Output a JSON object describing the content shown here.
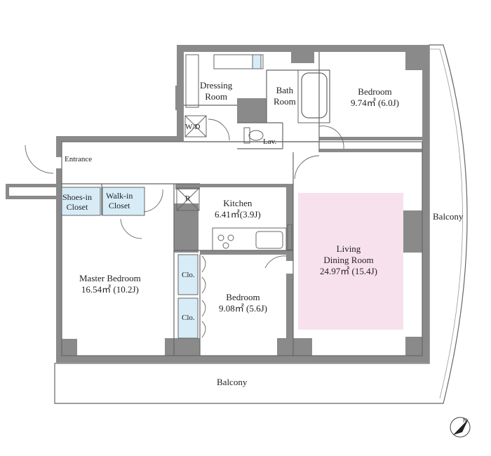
{
  "rooms": {
    "dressing_room": [
      "Dressing",
      "Room"
    ],
    "bath_room": [
      "Bath",
      "Room"
    ],
    "bedroom_ne": {
      "name": "Bedroom",
      "area": "9.74㎡ (6.0J)"
    },
    "wd": "W/D",
    "lav": "Lav.",
    "entrance": "Entrance",
    "shoes_in_closet": [
      "Shoes-in",
      "Closet"
    ],
    "walk_in_closet": [
      "Walk-in",
      "Closet"
    ],
    "refrigerator": "R",
    "kitchen": {
      "name": "Kitchen",
      "area": "6.41㎡(3.9J)"
    },
    "living_dining": {
      "line1": "Living",
      "line2": "Dining Room",
      "area": "24.97㎡ (15.4J)"
    },
    "master_bedroom": {
      "name": "Master Bedroom",
      "area": "16.54㎡ (10.2J)"
    },
    "bedroom_s": {
      "name": "Bedroom",
      "area": "9.08㎡ (5.6J)"
    },
    "closet_1": "Clo.",
    "closet_2": "Clo.",
    "balcony_east": "Balcony",
    "balcony_south": "Balcony"
  },
  "compass": {
    "label": "N"
  },
  "colors": {
    "wall": "#8a8a8a",
    "living_highlight": "#f7e1ec",
    "closet_fill": "#d7ecf7",
    "outline": "#555555"
  }
}
